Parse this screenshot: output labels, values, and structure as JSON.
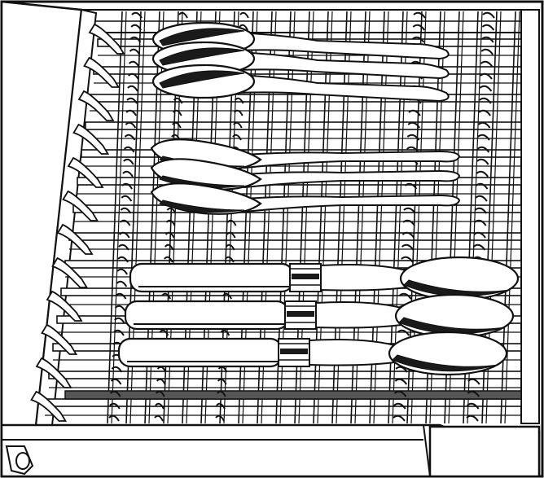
{
  "illustration": {
    "subject": "dishwasher-cutlery-tray",
    "colors": {
      "line": "#111111",
      "fill": "#ffffff",
      "shade": "#1a1a1a",
      "grey": "#555555"
    },
    "groups": [
      {
        "kind": "dessert-spoon",
        "count": 3
      },
      {
        "kind": "teaspoon",
        "count": 3
      },
      {
        "kind": "soup-spoon",
        "count": 3
      }
    ]
  }
}
